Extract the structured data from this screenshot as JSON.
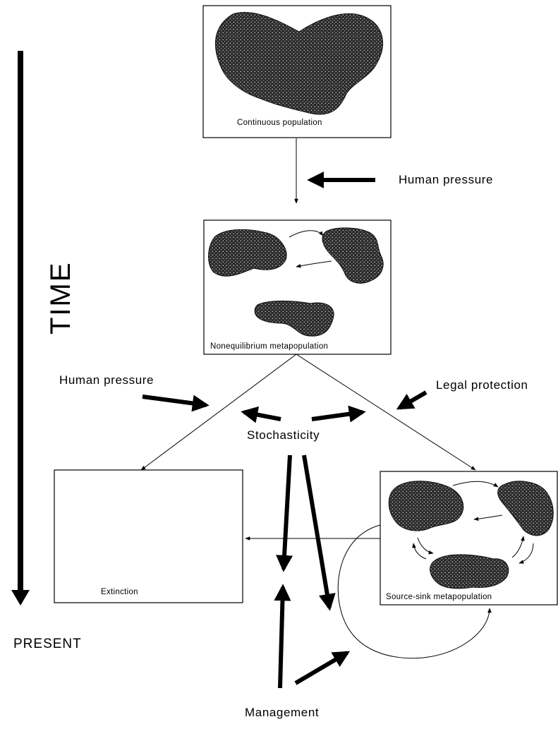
{
  "labels": {
    "continuous": "Continuous population",
    "human_pressure_top": "Human pressure",
    "nonequilibrium": "Nonequilibrium metapopulation",
    "human_pressure_left": "Human pressure",
    "legal_protection": "Legal protection",
    "stochasticity": "Stochasticity",
    "extinction": "Extinction",
    "source_sink": "Source-sink metapopulation",
    "management": "Management",
    "time": "TIME",
    "present": "PRESENT"
  },
  "colors": {
    "ink": "#000000",
    "patch_fill": "#2a2a2a",
    "patch_dots": "#bdbdbd",
    "background": "#ffffff"
  }
}
